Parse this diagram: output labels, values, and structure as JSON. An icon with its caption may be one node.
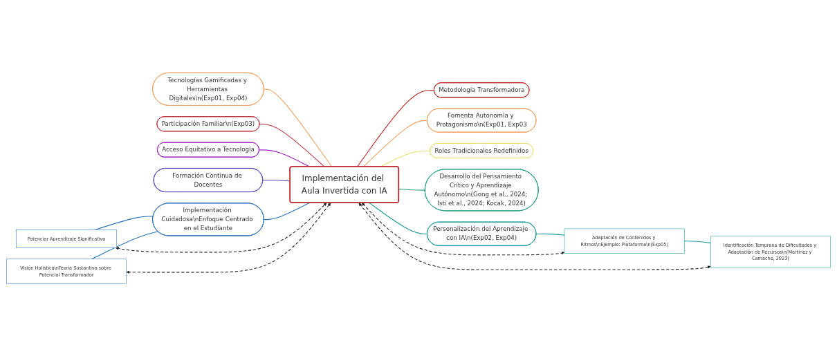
{
  "diagram": {
    "nodes": [
      {
        "text": [
          "Implementación del Aula Invertida con IA"
        ]
      },
      {
        "text": [
          "Tecnologías Gamificadas y Herramientas Digitales\\n(Exp01, Exp04)"
        ]
      },
      {
        "text": [
          "Participación Familiar\\n(Exp03)"
        ]
      },
      {
        "text": [
          "Acceso Equitativo a Tecnología"
        ]
      },
      {
        "text": [
          "Formación Continua de Docentes"
        ]
      },
      {
        "text": [
          "Implementación Cuidadosa\\nEnfoque Centrado en el Estudiante"
        ]
      },
      {
        "text": [
          "Potenciar Aprendizaje Significativo"
        ]
      },
      {
        "text": [
          "Visión Holística\\nTeoría Sustantiva sobre Potencial Transformador"
        ]
      },
      {
        "text": [
          "Metodología Transformadora"
        ]
      },
      {
        "text": [
          "Fomenta Autonomía y Protagonismo\\n(Exp01, Exp03"
        ]
      },
      {
        "text": [
          "Roles Tradicionales Redefinidos"
        ]
      },
      {
        "text": [
          "Desarrollo del Pensamiento Crítico y Aprendizaje Autónomo\\n(Gong et al., 2024; Isti et al., 2024; Kocak, 2024)"
        ]
      },
      {
        "text": [
          "Personalización del Aprendizaje con IA\\n(Exp02, Exp04)"
        ]
      },
      {
        "text": [
          "Adaptación de Contenidos y Ritmos\\nEjemplo: Plataforma\\n(Exp05)"
        ]
      },
      {
        "text": [
          "Identificación Temprana de Dificultades y Adaptación de Recursos\\n(Martinez y Camacho, 2023)"
        ]
      }
    ],
    "edges": [
      {
        "from": 1,
        "to": 0,
        "arrow": "none",
        "color": "#f0a060"
      },
      {
        "from": 2,
        "to": 0,
        "arrow": "none",
        "color": "#c0303a"
      },
      {
        "from": 3,
        "to": 0,
        "arrow": "none",
        "color": "#a020c0"
      },
      {
        "from": 4,
        "to": 0,
        "arrow": "none",
        "color": "#5040c0"
      },
      {
        "from": 5,
        "to": 0,
        "arrow": "none",
        "color": "#2a70b8"
      },
      {
        "from": 6,
        "to": 5,
        "arrow": "none",
        "color": "#2a70b8"
      },
      {
        "from": 7,
        "to": 5,
        "arrow": "none",
        "color": "#2a70b8"
      },
      {
        "from": 0,
        "to": 8,
        "arrow": "none",
        "color": "#c02020"
      },
      {
        "from": 0,
        "to": 9,
        "arrow": "none",
        "color": "#f0a060"
      },
      {
        "from": 0,
        "to": 10,
        "arrow": "none",
        "color": "#e8e070"
      },
      {
        "from": 0,
        "to": 11,
        "arrow": "none",
        "color": "#20a080"
      },
      {
        "from": 0,
        "to": 12,
        "arrow": "none",
        "color": "#1a9a9a"
      },
      {
        "from": 12,
        "to": 13,
        "arrow": "none",
        "color": "#1a9a9a"
      },
      {
        "from": 13,
        "to": 14,
        "arrow": "none",
        "color": "#1a9a9a"
      },
      {
        "from": 6,
        "to": 0,
        "arrow": "both",
        "style": "dashed"
      },
      {
        "from": 7,
        "to": 0,
        "arrow": "both",
        "style": "dashed"
      },
      {
        "from": 0,
        "to": 13,
        "arrow": "both",
        "style": "dashed"
      },
      {
        "from": 0,
        "to": 14,
        "arrow": "both",
        "style": "dashed"
      }
    ]
  }
}
